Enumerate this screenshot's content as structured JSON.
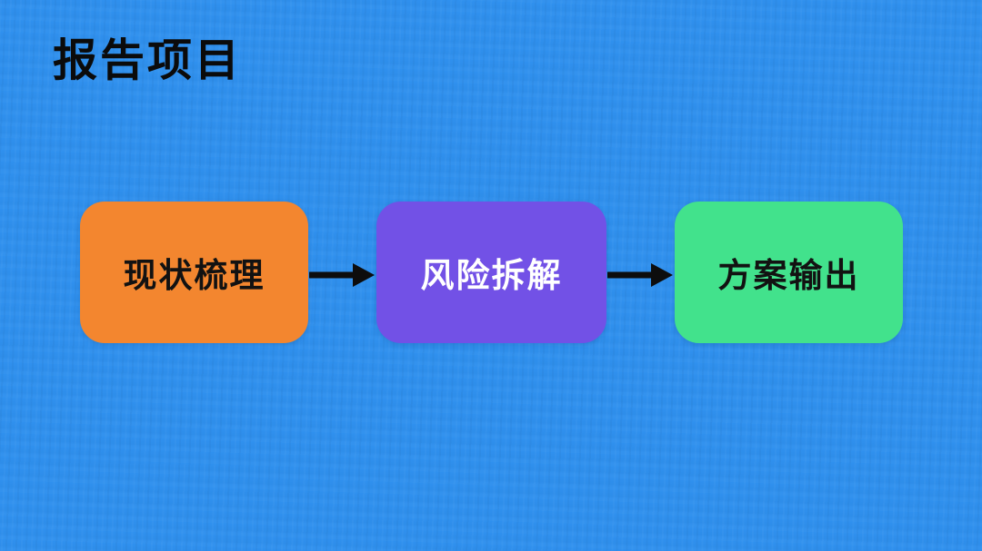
{
  "page": {
    "title": "报告项目"
  },
  "flow": {
    "steps": [
      {
        "label": "现状梳理",
        "color": "#F3862F",
        "text_color": "#121212"
      },
      {
        "label": "风险拆解",
        "color": "#7251E6",
        "text_color": "#FFFFFF"
      },
      {
        "label": "方案输出",
        "color": "#42E28C",
        "text_color": "#121212"
      }
    ],
    "arrow_color": "#0D0D0D"
  },
  "colors": {
    "background": "#2F90EE"
  }
}
